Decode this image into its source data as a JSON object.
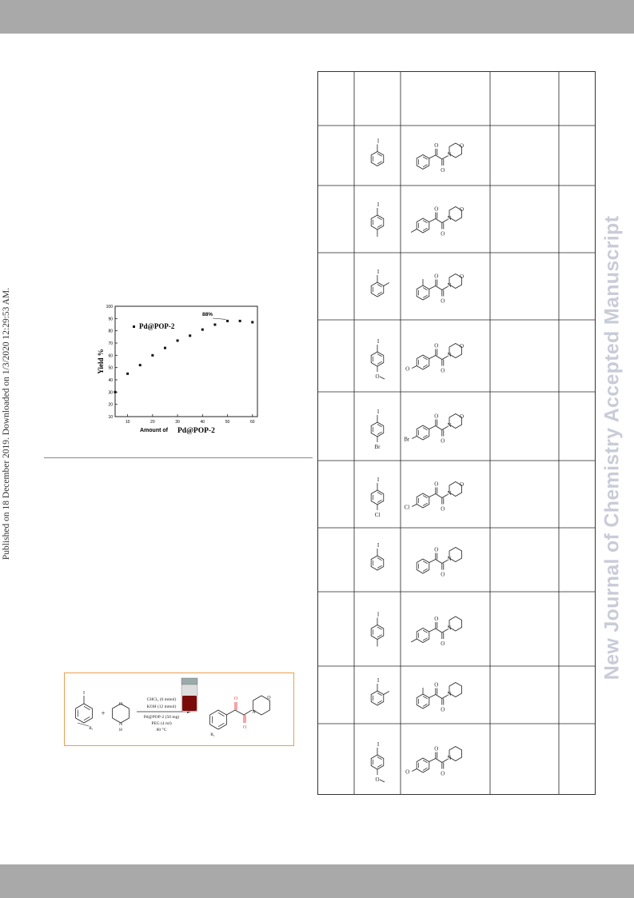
{
  "side_text": {
    "published": "Published on 18 December 2019. Downloaded on 1/3/2020 12:29:53 AM.",
    "watermark": "New Journal of Chemistry Accepted Manuscript"
  },
  "chart_data": {
    "type": "scatter",
    "ylabel": "Yield %",
    "xlabel_prefix": "Amount of",
    "xlabel_catalyst": "Pd@POP-2",
    "legend": "Pd@POP-2",
    "annotation": "88%",
    "xlim": [
      5,
      62
    ],
    "ylim": [
      10,
      100
    ],
    "xticks": [
      10,
      20,
      30,
      40,
      50,
      60
    ],
    "yticks": [
      10,
      20,
      30,
      40,
      50,
      60,
      70,
      80,
      90,
      100
    ],
    "x": [
      5,
      10,
      15,
      20,
      25,
      30,
      35,
      40,
      45,
      50,
      55,
      60
    ],
    "y": [
      30,
      45,
      52,
      60,
      66,
      72,
      76,
      81,
      85,
      88,
      88,
      87
    ]
  },
  "scheme": {
    "reagent_1": "CHCl₃ (6 mmol)",
    "reagent_2": "KOH (12 mmol)",
    "catalyst": "Pd@POP-2 (50 mg)",
    "solvent": "PEG (4 ml)",
    "temperature": "80 °C",
    "plus": "+",
    "iodo": "I",
    "amine_o": "O",
    "amine_n": "N",
    "amine_h": "H",
    "substituent": "R₁",
    "product_o": "O",
    "product_n": "N"
  },
  "table": {
    "rows": [
      {
        "sub": "I",
        "para": "",
        "ortho": false,
        "amine": "morpholine"
      },
      {
        "sub": "I",
        "para": "",
        "methyl": true,
        "ortho": false,
        "amine": "morpholine"
      },
      {
        "sub": "I",
        "para": "",
        "ortho": true,
        "amine": "morpholine"
      },
      {
        "sub": "I",
        "para": "O",
        "ortho": false,
        "amine": "morpholine"
      },
      {
        "sub": "I",
        "para": "Br",
        "ortho": false,
        "amine": "morpholine"
      },
      {
        "sub": "I",
        "para": "Cl",
        "ortho": false,
        "amine": "morpholine"
      },
      {
        "sub": "I",
        "para": "",
        "ortho": false,
        "amine": "piperidine"
      },
      {
        "sub": "I",
        "para": "",
        "methyl": true,
        "ortho": false,
        "amine": "piperidine"
      },
      {
        "sub": "I",
        "para": "",
        "ortho": true,
        "amine": "piperidine"
      },
      {
        "sub": "I",
        "para": "O",
        "ortho": false,
        "amine": "piperidine"
      }
    ]
  }
}
